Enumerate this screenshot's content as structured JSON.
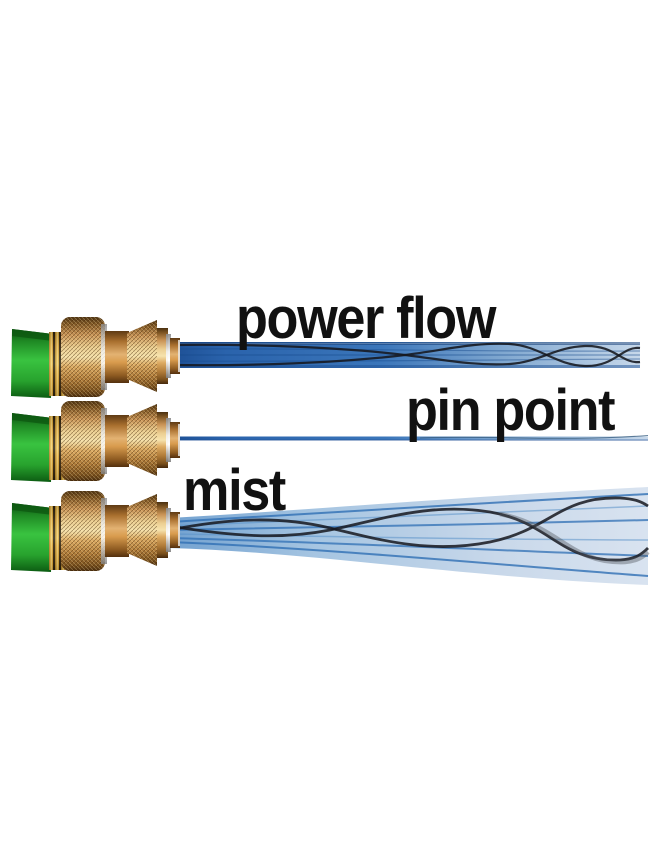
{
  "image": {
    "description": "Garden hose nozzle shown three times with three spray pattern settings",
    "background": "#ffffff"
  },
  "spray_modes": [
    {
      "label": "power flow"
    },
    {
      "label": "pin point"
    },
    {
      "label": "mist"
    }
  ],
  "colors": {
    "background": "#ffffff",
    "label_text": "#111111",
    "brass": "#c08b4a",
    "brass_highlight": "#f3dda4",
    "brass_shadow": "#5c3c14",
    "hose_green": "#2fae3a",
    "thread_gold": "#e0b43c",
    "stream_blue": "#2b67ae",
    "stream_light_blue": "#c2d4e8",
    "helix_dark": "#16181f"
  }
}
